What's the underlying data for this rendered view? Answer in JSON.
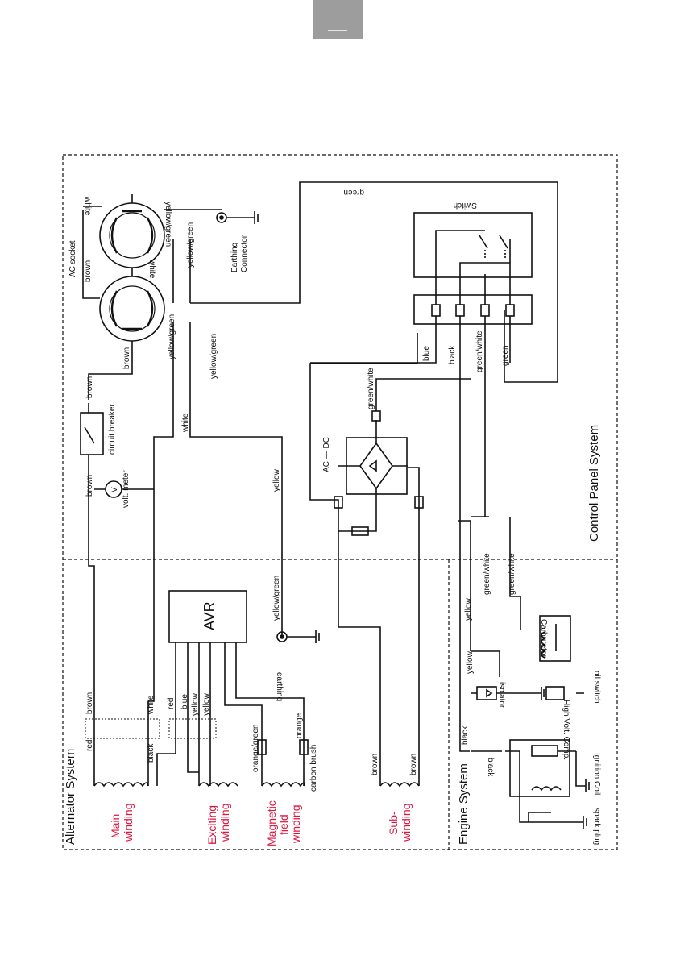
{
  "systems": {
    "alternator": "Alternator  System",
    "control_panel": "Control  Panel  System",
    "engine": "Engine  System"
  },
  "components": {
    "main_winding": [
      "Main",
      "winding"
    ],
    "exciting_winding": [
      "Exciting",
      "winding"
    ],
    "magnetic_field_winding": [
      "Magnetic",
      "field",
      "winding"
    ],
    "sub_winding": [
      "Sub-",
      "winding"
    ],
    "avr": "AVR",
    "earthing": "earthing",
    "carbon_brush": "carbon  brush",
    "carburetor": "Carburetor",
    "oil_switch": "oil  switch",
    "isolator": "isolator",
    "high_volt_comp": "High  Volt.  Comp.",
    "ignition_coil": "Ignition  Coil",
    "spark_plug": "spark  plug",
    "ac_socket": "AC  socket",
    "earthing_connector": [
      "Earthing",
      "Connector"
    ],
    "circuit_breaker": "circuit  breaker",
    "volt_meter": "volt.  meter",
    "volt_meter_symbol": "V",
    "switch": "Switch",
    "rectifier": "AC — DC"
  },
  "wires": {
    "red": "red",
    "black": "black",
    "brown": "brown",
    "white": "white",
    "blue": "blue",
    "yellow": "yellow",
    "yellow_green": "yellow/green",
    "orange": "orange",
    "orange_green": "orange/green",
    "green": "green",
    "green_white": "green/white"
  },
  "colors": {
    "line": "#111111",
    "component_label": "#e0143c",
    "page_tab": "#9d9d9d",
    "background": "#ffffff"
  }
}
